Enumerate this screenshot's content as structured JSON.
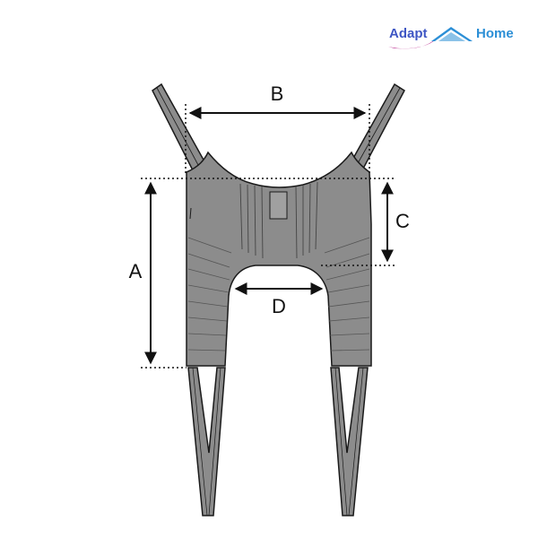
{
  "logo": {
    "word_left": "Adapt",
    "word_right": "Home",
    "color_left": "#3e56c4",
    "color_right": "#2c8fd6",
    "swoosh_color": "#b8288c",
    "roof_color": "#2c8fd6"
  },
  "diagram": {
    "subject": "patient lift sling",
    "fabric_color": "#8c8c8c",
    "outline_color": "#1a1a1a",
    "dimensions": [
      {
        "id": "A",
        "label": "A"
      },
      {
        "id": "B",
        "label": "B"
      },
      {
        "id": "C",
        "label": "C"
      },
      {
        "id": "D",
        "label": "D"
      }
    ]
  }
}
